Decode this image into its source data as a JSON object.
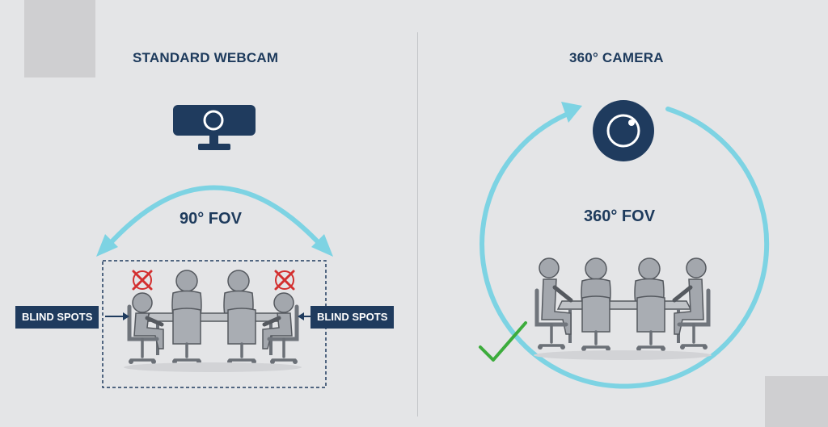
{
  "left_panel": {
    "heading": "STANDARD WEBCAM",
    "fov_label": "90° FOV",
    "blind_spot_left": "BLIND SPOTS",
    "blind_spot_right": "BLIND SPOTS"
  },
  "right_panel": {
    "heading": "360° CAMERA",
    "fov_label": "360° FOV"
  },
  "colors": {
    "navy": "#1f3b5e",
    "cyan": "#7dd3e3",
    "person": "#9a9ea4",
    "check": "#3cac3c",
    "cross": "#d32f2f"
  },
  "icons": {
    "webcam": "webcam-icon",
    "camera360": "camera-360-icon",
    "checkmark": "checkmark-icon",
    "blocked": "blocked-x-icon"
  }
}
